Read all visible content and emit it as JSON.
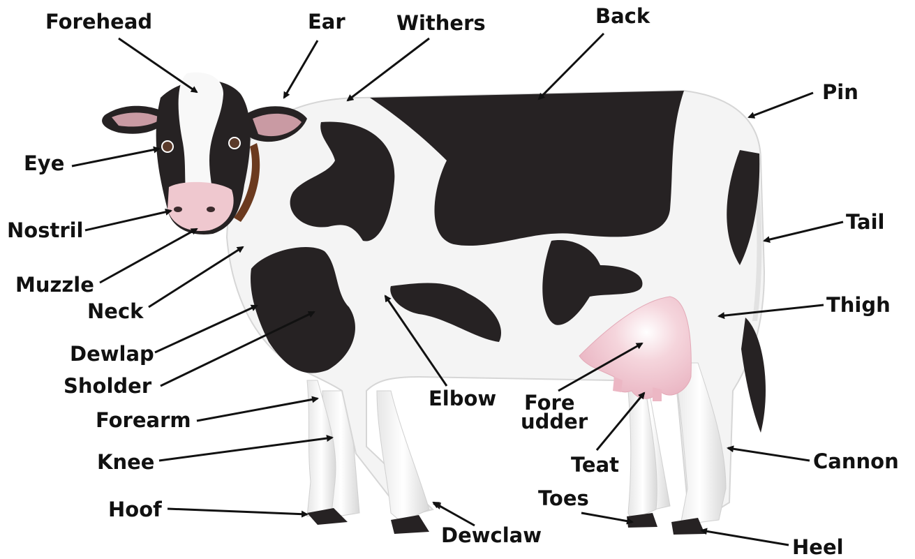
{
  "labels": {
    "forehead": "Forehead",
    "ear": "Ear",
    "withers": "Withers",
    "back": "Back",
    "pin": "Pin",
    "eye": "Eye",
    "nostril": "Nostril",
    "muzzle": "Muzzle",
    "neck": "Neck",
    "dewlap": "Dewlap",
    "sholder": "Sholder",
    "forearm": "Forearm",
    "knee": "Knee",
    "hoof": "Hoof",
    "elbow": "Elbow",
    "fore_udder_1": "Fore",
    "fore_udder_2": "udder",
    "teat": "Teat",
    "toes": "Toes",
    "dewclaw": "Dewclaw",
    "tail": "Tail",
    "thigh": "Thigh",
    "cannon": "Cannon",
    "heel": "Heel"
  },
  "colors": {
    "body": "#f4f4f4",
    "shade": "#dcdcdc",
    "patch": "#262223",
    "udder": "#f2c9d3",
    "muzzle": "#efc8cf",
    "ear_inner": "#c99aa3",
    "collar": "#6b3a1f",
    "arrow": "#111111"
  }
}
